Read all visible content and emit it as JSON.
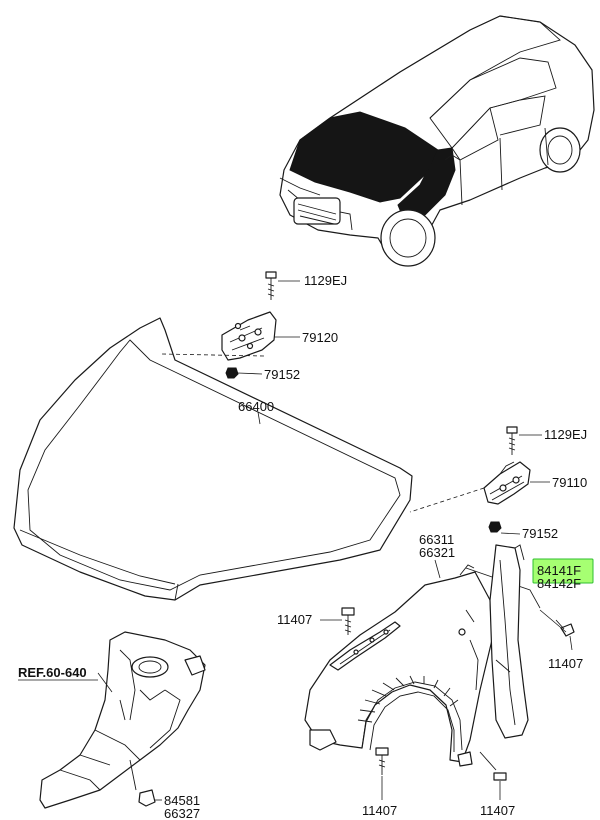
{
  "labels": {
    "bolt_top": "1129EJ",
    "hinge_left": "79120",
    "nut_left": "79152",
    "hood": "66400",
    "bolt_right": "1129EJ",
    "hinge_right": "79110",
    "nut_right": "79152",
    "fender_a": "66311",
    "fender_b": "66321",
    "shield_a": "84141F",
    "shield_b": "84142F",
    "bolt_fender_top": "11407",
    "bolt_shield": "11407",
    "bolt_fender_bl": "11407",
    "bolt_fender_br": "11407",
    "ref": "REF.60-640",
    "clip_a": "84581",
    "clip_b": "66327"
  },
  "colors": {
    "highlight_fill": "#a6ff72",
    "highlight_border": "#2fbf2f",
    "line": "#1a1a1a"
  }
}
